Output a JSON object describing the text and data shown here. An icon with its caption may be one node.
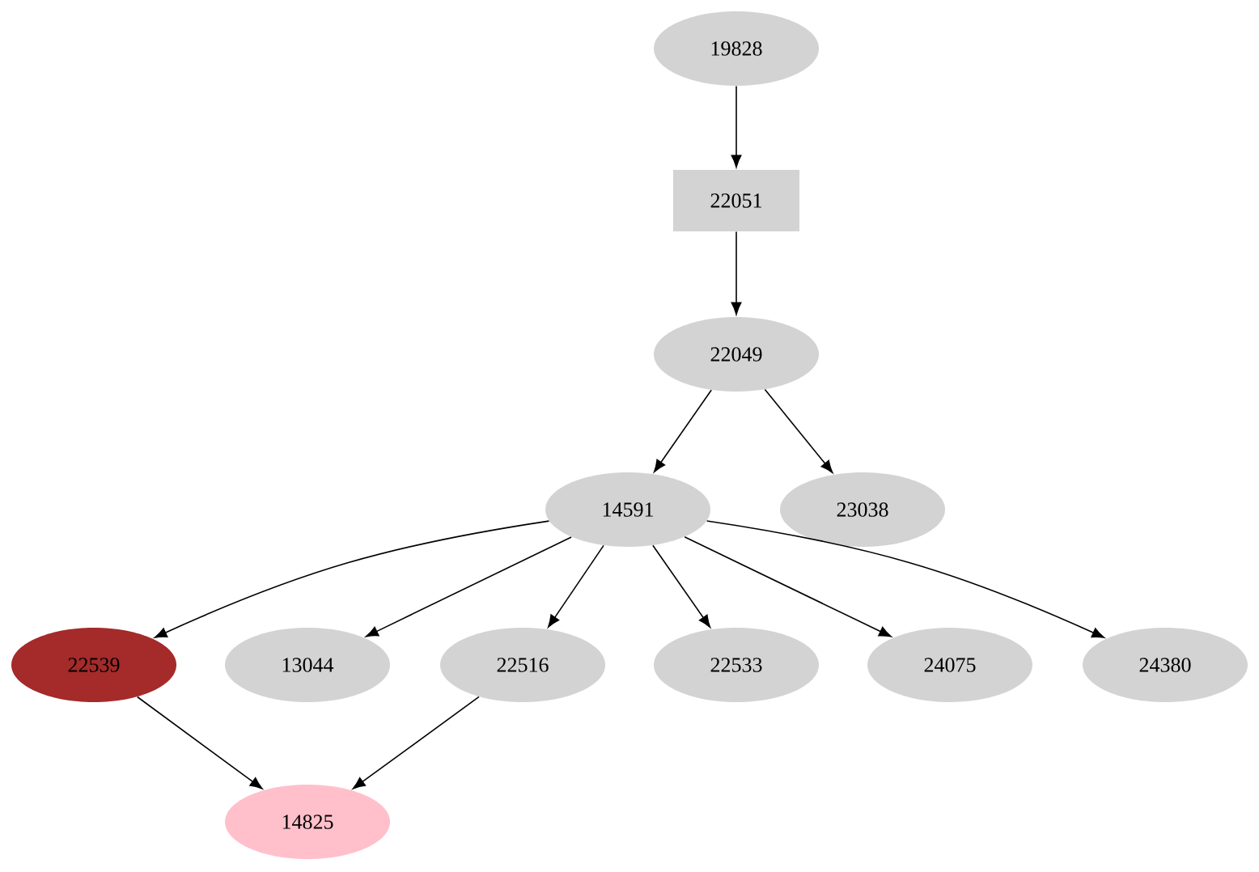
{
  "diagram": {
    "nodes": [
      {
        "text": [
          "19828"
        ]
      },
      {
        "text": [
          "22051"
        ]
      },
      {
        "text": [
          "22049"
        ]
      },
      {
        "text": [
          "14591"
        ]
      },
      {
        "text": [
          "23038"
        ]
      },
      {
        "text": [
          "22539"
        ]
      },
      {
        "text": [
          "13044"
        ]
      },
      {
        "text": [
          "22516"
        ]
      },
      {
        "text": [
          "22533"
        ]
      },
      {
        "text": [
          "24075"
        ]
      },
      {
        "text": [
          "24380"
        ]
      },
      {
        "text": [
          "14825"
        ]
      }
    ],
    "edges": [
      {
        "from": 0,
        "to": 1,
        "arrow": "to"
      },
      {
        "from": 1,
        "to": 2,
        "arrow": "to"
      },
      {
        "from": 2,
        "to": 3,
        "arrow": "to"
      },
      {
        "from": 2,
        "to": 4,
        "arrow": "to"
      },
      {
        "from": 3,
        "to": 5,
        "arrow": "to"
      },
      {
        "from": 3,
        "to": 6,
        "arrow": "to"
      },
      {
        "from": 3,
        "to": 7,
        "arrow": "to"
      },
      {
        "from": 3,
        "to": 8,
        "arrow": "to"
      },
      {
        "from": 3,
        "to": 9,
        "arrow": "to"
      },
      {
        "from": 3,
        "to": 10,
        "arrow": "to"
      },
      {
        "from": 5,
        "to": 11,
        "arrow": "to"
      },
      {
        "from": 7,
        "to": 11,
        "arrow": "to"
      }
    ]
  }
}
